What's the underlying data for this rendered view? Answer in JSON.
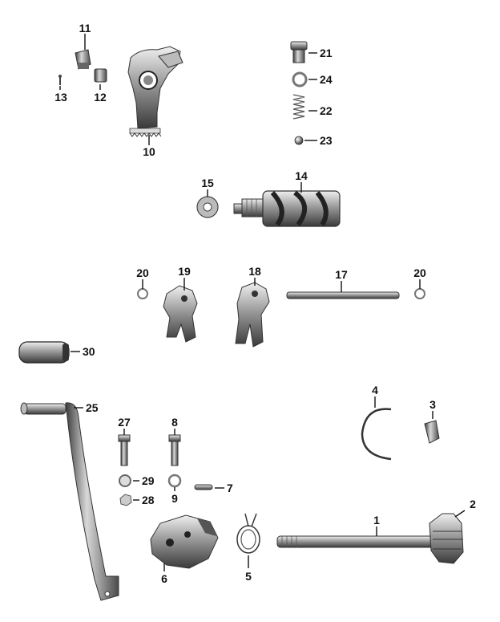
{
  "parts": {
    "p1": "1",
    "p2": "2",
    "p3": "3",
    "p4": "4",
    "p5": "5",
    "p6": "6",
    "p7": "7",
    "p8": "8",
    "p9": "9",
    "p10": "10",
    "p11": "11",
    "p12": "12",
    "p13": "13",
    "p14": "14",
    "p15": "15",
    "p17": "17",
    "p18": "18",
    "p19": "19",
    "p20": "20",
    "p21": "21",
    "p22": "22",
    "p23": "23",
    "p24": "24",
    "p25": "25",
    "p27": "27",
    "p28": "28",
    "p29": "29",
    "p30": "30"
  },
  "colors": {
    "metal_dark": "#3a3a3a",
    "metal_mid": "#8a8a8a",
    "metal_light": "#cfcfcf",
    "ink": "#111111"
  }
}
